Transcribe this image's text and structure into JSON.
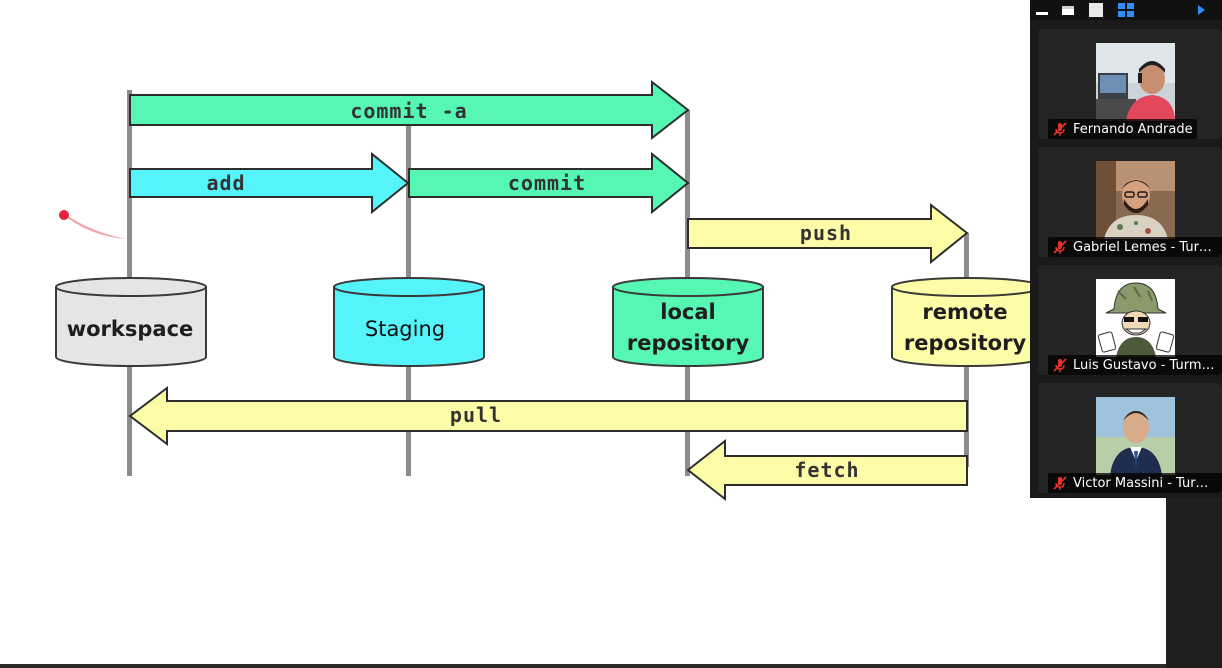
{
  "diagram": {
    "commands": {
      "commit_a": "commit -a",
      "add": "add",
      "commit": "commit",
      "push": "push",
      "pull": "pull",
      "fetch": "fetch"
    },
    "stores": {
      "workspace": "workspace",
      "staging": "Staging",
      "local_line1": "local",
      "local_line2": "repository",
      "remote_line1": "remote",
      "remote_line2": "repository"
    },
    "colors": {
      "green": "#55f7b3",
      "cyan": "#55f4fb",
      "yellow": "#fdfda8",
      "gray": "#e6e4e6",
      "workspace_cylinder": "#e6e4e6",
      "staging_cylinder": "#55f4fb",
      "local_cylinder": "#55f7b3",
      "remote_cylinder": "#fdfda8"
    }
  },
  "panel": {
    "toolbar_icons": [
      "minimize-icon",
      "restore-icon",
      "window-icon",
      "gallery-view-icon",
      "play-icon"
    ],
    "participants": [
      {
        "name": "Fernando Andrade",
        "muted": true
      },
      {
        "name": "Gabriel Lemes - Turm...",
        "muted": true
      },
      {
        "name": "Luis Gustavo - Turma ...",
        "muted": true
      },
      {
        "name": "Victor Massini - Turm...",
        "muted": true
      }
    ],
    "colors": {
      "mute_red": "#e0342b"
    }
  }
}
